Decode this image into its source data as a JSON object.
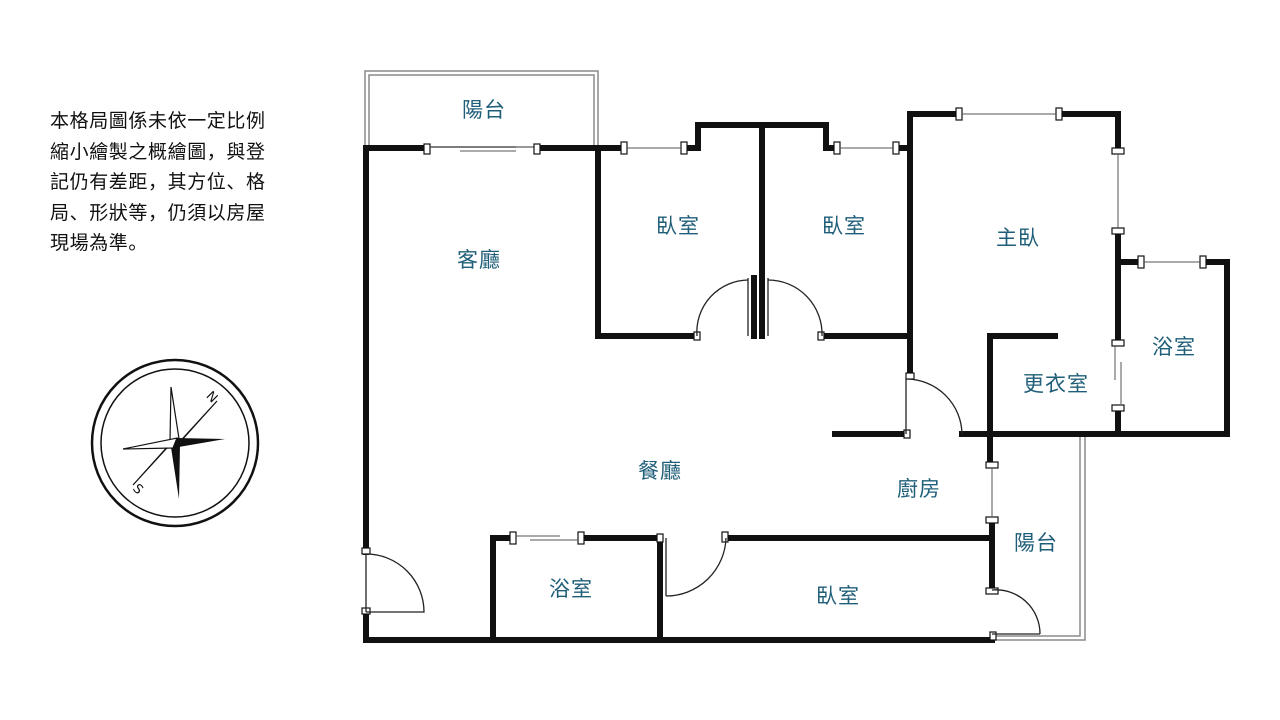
{
  "disclaimer": {
    "lines": [
      "本格局圖係未依一定比例",
      "縮小繪製之概繪圖，與登",
      "記仍有差距，其方位、格",
      "局、形狀等，仍須以房屋",
      "現場為準。"
    ]
  },
  "compass": {
    "north": "N",
    "south": "S"
  },
  "rooms": {
    "balcony_top": "陽台",
    "living_room": "客廳",
    "bedroom_1": "臥室",
    "bedroom_2": "臥室",
    "master_bedroom": "主臥",
    "bathroom_master": "浴室",
    "walk_in_closet": "更衣室",
    "dining_room": "餐廳",
    "kitchen": "廚房",
    "balcony_right": "陽台",
    "bathroom": "浴室",
    "bedroom_3": "臥室"
  },
  "colors": {
    "label": "#1f5e78",
    "wall": "#111111"
  }
}
